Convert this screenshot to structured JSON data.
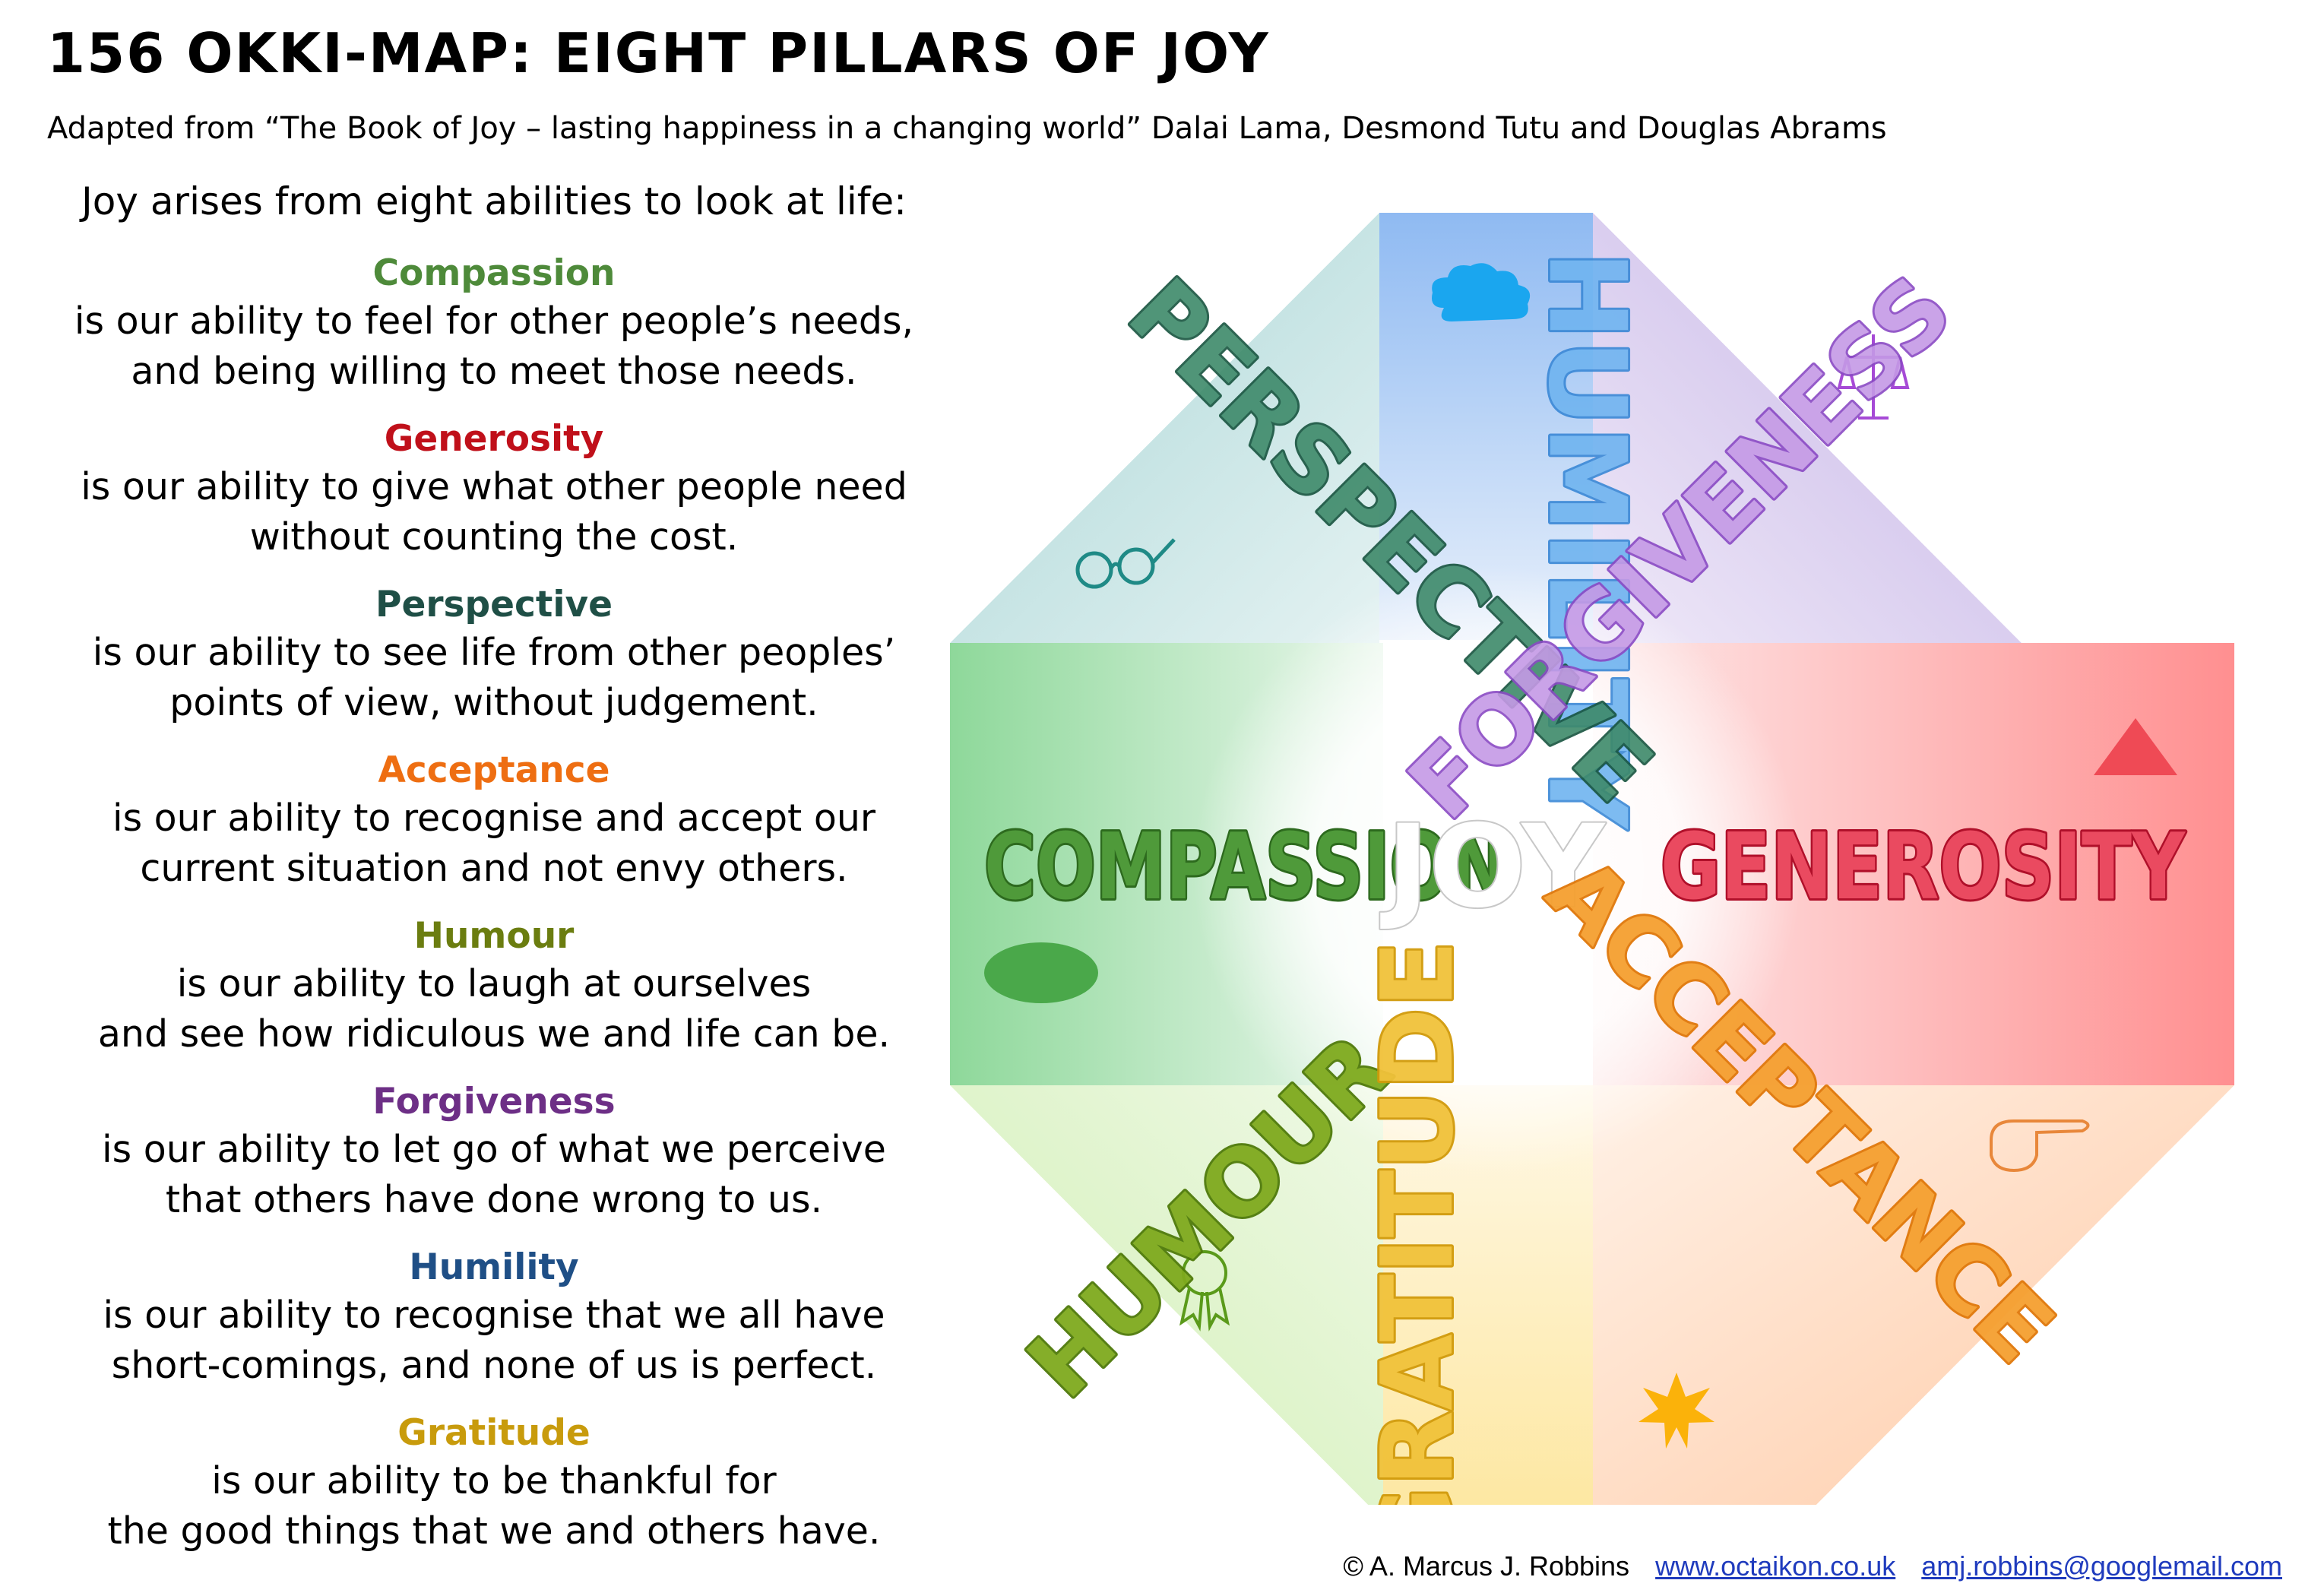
{
  "header": {
    "title": "156 OKKI-MAP: EIGHT PILLARS OF JOY",
    "subtitle": "Adapted from “The Book of Joy – lasting happiness in a changing world” Dalai Lama, Desmond Tutu and Douglas Abrams"
  },
  "intro": "Joy arises from eight abilities to look at life:",
  "pillars": [
    {
      "name": "Compassion",
      "color": "#4e8a3a",
      "line1": "is our ability to feel for other people’s needs,",
      "line2": "and being willing to meet those needs."
    },
    {
      "name": "Generosity",
      "color": "#c0101a",
      "line1": "is our ability to give what other people need",
      "line2": "without counting the cost."
    },
    {
      "name": "Perspective",
      "color": "#1f4f46",
      "line1": "is our ability to see life from other peoples’",
      "line2": "points of view, without judgement."
    },
    {
      "name": "Acceptance",
      "color": "#ee6e12",
      "line1": "is our ability to recognise and accept our",
      "line2": "current situation and not envy others."
    },
    {
      "name": "Humour",
      "color": "#6b7d10",
      "line1": "is our ability to laugh at ourselves",
      "line2": "and see how ridiculous we and life can be."
    },
    {
      "name": "Forgiveness",
      "color": "#6d2f86",
      "line1": "is our ability to let go of what we perceive",
      "line2": "that others have done wrong to us."
    },
    {
      "name": "Humility",
      "color": "#1f4f86",
      "line1": "is our ability to recognise that we all have",
      "line2": "short-comings, and none of us is perfect."
    },
    {
      "name": "Gratitude",
      "color": "#c89b0c",
      "line1": "is our ability to be thankful for",
      "line2": "the good things that we and others have."
    }
  ],
  "diagram": {
    "center": "JOY",
    "words": {
      "humility": "HUMILITY",
      "perspective": "PERSPECTIVE",
      "forgiveness": "FORGIVENESS",
      "compassion": "COMPASSION",
      "generosity": "GENEROSITY",
      "humour": "HUMOUR",
      "gratitude": "GRATITUDE",
      "acceptance": "ACCEPTANCE"
    },
    "colors": {
      "humility": "#4a9ee6",
      "perspective": "#2f7a5a",
      "forgiveness": "#b07ad6",
      "compassion": "#3f8a2a",
      "generosity": "#e0102a",
      "humour": "#6f9a10",
      "gratitude": "#e0a810",
      "acceptance": "#f08a10"
    },
    "icons": [
      "cloud-icon",
      "scales-icon",
      "glasses-icon",
      "triangle-icon",
      "leaf-icon",
      "pointing-hand-icon",
      "rosette-icon",
      "star-icon"
    ]
  },
  "footer": {
    "copyright": "© A. Marcus J. Robbins",
    "website": "www.octaikon.co.uk",
    "email": "amj.robbins@googlemail.com"
  }
}
